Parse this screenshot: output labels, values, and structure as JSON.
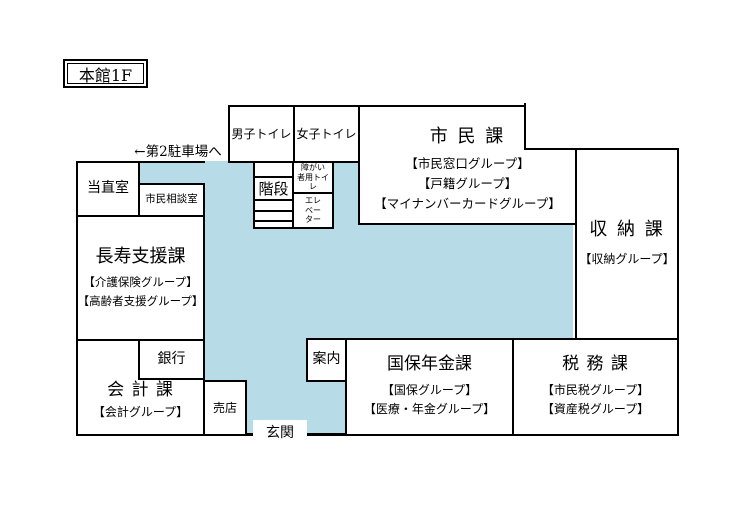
{
  "title": "本館1F",
  "parking_note": "←第2駐車場へ",
  "colors": {
    "corridor": "#b7dbe7",
    "wall": "#000000"
  },
  "rooms": {
    "mens_toilet": {
      "name": "男子トイレ"
    },
    "womens_toilet": {
      "name": "女子トイレ"
    },
    "civic": {
      "name": "市 民 課",
      "groups": [
        "【市民窓口グループ】",
        "【戸籍グループ】",
        "【マイナンバーカードグループ】"
      ]
    },
    "collection": {
      "name": "収 納 課",
      "groups": [
        "【収納グループ】"
      ]
    },
    "night_duty": {
      "name": "当直室"
    },
    "consultation": {
      "name": "市民相談室"
    },
    "longevity": {
      "name": "長寿支援課",
      "groups": [
        "【介護保険グループ】",
        "【高齢者支援グループ】"
      ]
    },
    "accounting": {
      "name": "会 計 課",
      "groups": [
        "【会計グループ】"
      ]
    },
    "bank": {
      "name": "銀行"
    },
    "shop": {
      "name": "売店"
    },
    "stairs": {
      "name": "階段"
    },
    "accessible_toilet": {
      "name": "障がい\n者用トイ\nレ"
    },
    "elevator": {
      "name": "エレ\nベー\nター"
    },
    "information": {
      "name": "案内"
    },
    "pension": {
      "name": "国保年金課",
      "groups": [
        "【国保グループ】",
        "【医療・年金グループ】"
      ]
    },
    "tax": {
      "name": "税 務 課",
      "groups": [
        "【市民税グループ】",
        "【資産税グループ】"
      ]
    },
    "entrance": {
      "name": "玄関"
    }
  }
}
